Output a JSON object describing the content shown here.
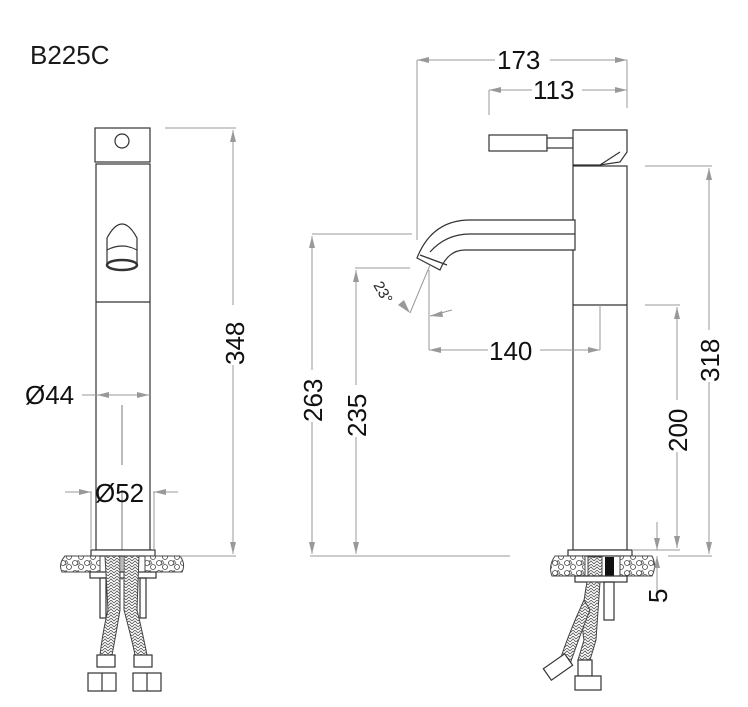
{
  "title": "B225C",
  "dimensions": {
    "total_height": "348",
    "body_diameter": "Ø44",
    "base_diameter": "Ø52",
    "overall_reach": "173",
    "handle_length": "113",
    "spout_reach": "140",
    "spout_angle": "23°",
    "outlet_height": "263",
    "outlet_clearance": "235",
    "body_height": "318",
    "lower_body_height": "200",
    "base_thickness": "5"
  },
  "views": [
    "front-view",
    "side-view"
  ],
  "colors": {
    "line": "#333333",
    "dimension_line": "#999999",
    "text": "#111111"
  }
}
